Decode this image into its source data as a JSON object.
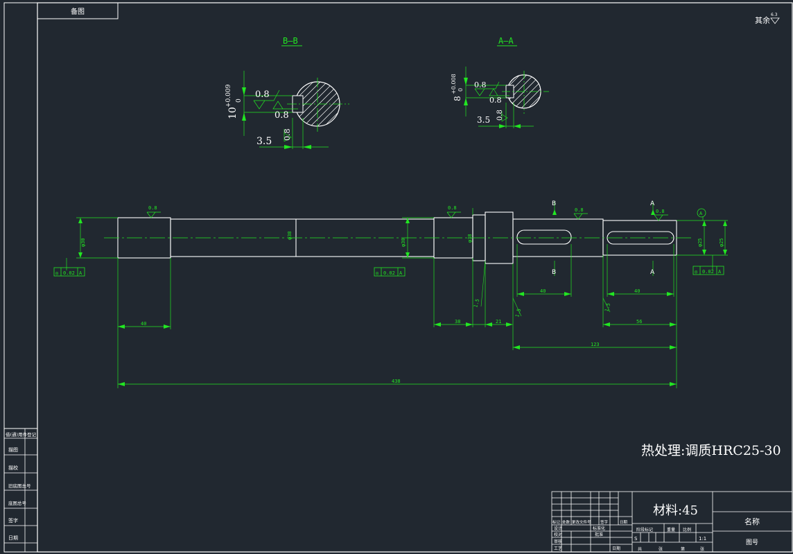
{
  "top_left_box": "备图",
  "surface_note": "其余",
  "surface_note_value": "6.3",
  "section_b_title": "B—B",
  "section_a_title": "A—A",
  "b_section": {
    "tol": "+0.009",
    "tol2": "0",
    "dim_ten": "10",
    "rough": "0.8",
    "dim": "3.5"
  },
  "a_section": {
    "tol": "+0.008",
    "tol2": "0",
    "dim_eight": "8",
    "rough": "0.8",
    "dim": "3.5"
  },
  "markers": {
    "a": "A",
    "b": "B",
    "datum": "A"
  },
  "shaft": {
    "roughness_labels": [
      "0.8",
      "0.8",
      "0.8",
      "0.8"
    ],
    "diameter_labels": [
      "φ30",
      "φ30",
      "φ38",
      "φ25",
      "φ25"
    ],
    "tolerance_frames": [
      {
        "sym": "◎",
        "val": "0.02",
        "ref": "A"
      },
      {
        "sym": "◎",
        "val": "0.02",
        "ref": "A"
      },
      {
        "sym": "◎",
        "val": "0.02",
        "ref": "A"
      }
    ],
    "dims": {
      "d40": "40",
      "d38": "38",
      "d21": "21",
      "d56": "56",
      "d123": "123",
      "d438": "438",
      "k40a": "40",
      "k40b": "40",
      "c1": "1.5",
      "c2": "1.5",
      "c3": "1.5"
    }
  },
  "heat_treatment": "热处理:调质HRC25-30",
  "left_strip": [
    "借(通)用件登记",
    "描图",
    "描校",
    "旧底图总号",
    "底图总号",
    "签字",
    "日期"
  ],
  "title_block": {
    "material": "材料:45",
    "name_label": "名称",
    "drawing_no_label": "图号",
    "stage_label": "阶段标记",
    "weight_label": "重量",
    "ratio_label": "比例",
    "ratio_value": "1:1",
    "scale_mark": "S",
    "left_rows": [
      "标记",
      "设计",
      "校对",
      "审核",
      "工艺"
    ],
    "mid_cols": [
      "处数",
      "更改文件号",
      "签字",
      "日期"
    ],
    "std_label": "标准化",
    "approve_label": "批准",
    "date_label": "日期",
    "sheet": [
      "共",
      "张",
      "第",
      "张"
    ]
  }
}
